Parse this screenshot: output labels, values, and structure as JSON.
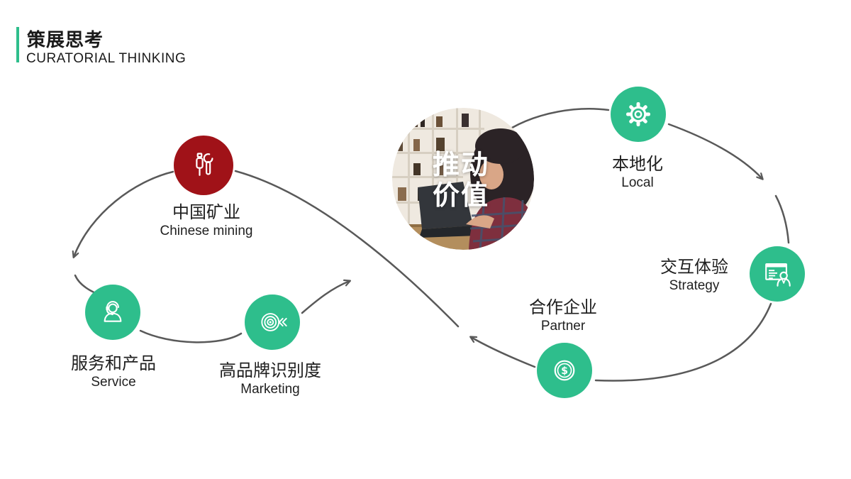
{
  "header": {
    "title_zh": "策展思考",
    "title_en": "CURATORIAL THINKING"
  },
  "center": {
    "label_line1": "推动",
    "label_line2": "价值"
  },
  "nodes": {
    "mining": {
      "zh": "中国矿业",
      "en": "Chinese mining"
    },
    "service": {
      "zh": "服务和产品",
      "en": "Service"
    },
    "marketing": {
      "zh": "高品牌识别度",
      "en": "Marketing"
    },
    "local": {
      "zh": "本地化",
      "en": "Local"
    },
    "strategy": {
      "zh": "交互体验",
      "en": "Strategy"
    },
    "partner": {
      "zh": "合作企业",
      "en": "Partner"
    }
  },
  "colors": {
    "green": "#2EBE8C",
    "red": "#A01218",
    "arrow": "#595959",
    "text": "#1F1F1F"
  }
}
